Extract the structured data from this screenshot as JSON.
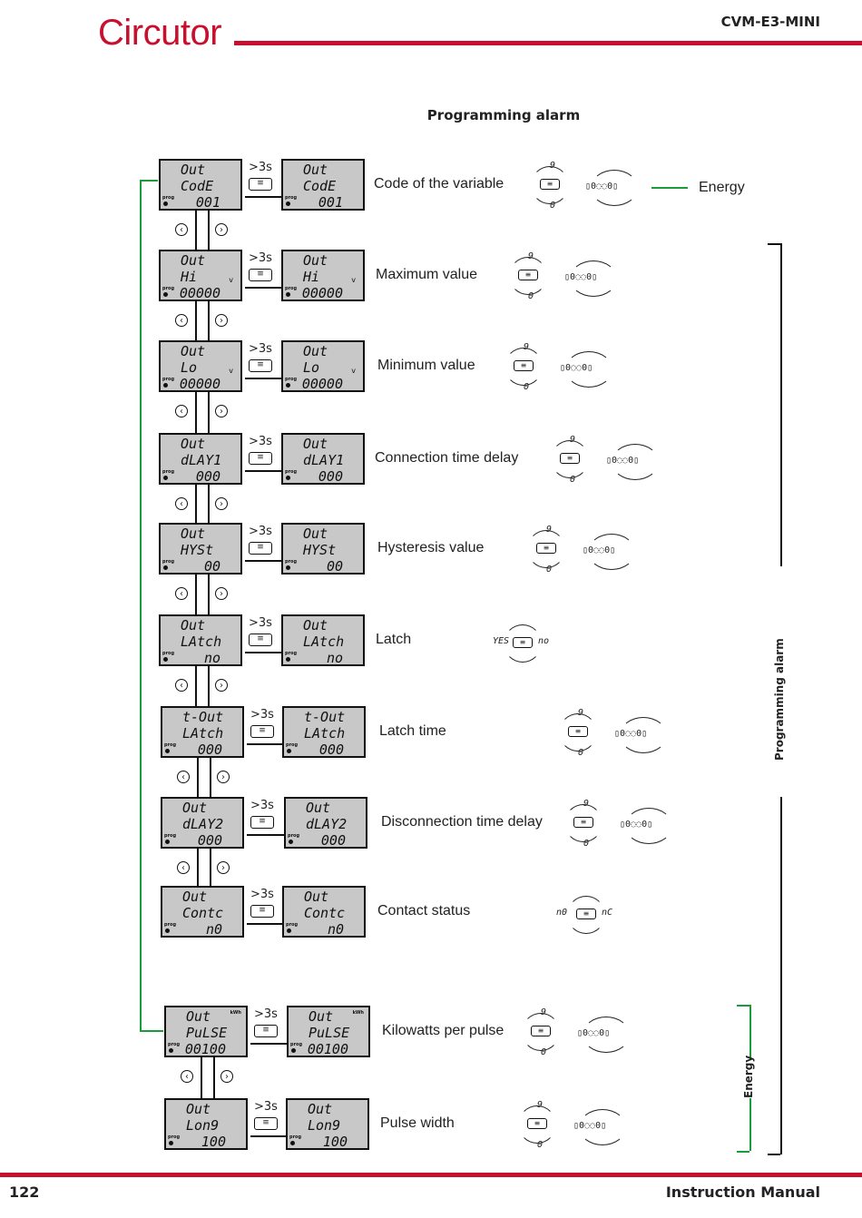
{
  "header": {
    "brand": "Circutor",
    "model": "CVM-E3-MINI"
  },
  "title": "Programming alarm",
  "key_hold": ">3s",
  "key_glyph": "≡",
  "nav": {
    "left": "‹",
    "right": "›"
  },
  "screens": [
    {
      "l1": "Out",
      "l2": "CodE",
      "l3": "001",
      "label": "Code of the variable"
    },
    {
      "l1": "Out",
      "l2": "Hi",
      "l3": "00000",
      "label": "Maximum value",
      "v": "v"
    },
    {
      "l1": "Out",
      "l2": "Lo",
      "l3": "00000",
      "label": "Minimum value",
      "v": "v"
    },
    {
      "l1": "Out",
      "l2": "dLAY1",
      "l3": "000",
      "label": "Connection time delay"
    },
    {
      "l1": "Out",
      "l2": "HYSt",
      "l3": "00",
      "label": "Hysteresis value"
    },
    {
      "l1": "Out",
      "l2": "LAtch",
      "l3": "no",
      "label": "Latch"
    },
    {
      "l1": "t-Out",
      "l2": "LAtch",
      "l3": "000",
      "label": "Latch time"
    },
    {
      "l1": "Out",
      "l2": "dLAY2",
      "l3": "000",
      "label": "Disconnection time delay"
    },
    {
      "l1": "Out",
      "l2": "Contc",
      "l3": "n0",
      "label": "Contact status"
    },
    {
      "l1": "Out",
      "l2": "PuLSE",
      "l3": "00100",
      "label": "Kilowatts per pulse",
      "unit": "kWh"
    },
    {
      "l1": "Out",
      "l2": "Lon9",
      "l3": "100",
      "label": "Pulse width"
    }
  ],
  "lcd_prog": "prog",
  "cycle": {
    "top": "9",
    "bottom": "0"
  },
  "digit_select": "▯0◌◌0▯",
  "latch_options": {
    "left": "YES",
    "right": "no"
  },
  "contact_options": {
    "left": "n0",
    "right": "nC"
  },
  "energy_link": "Energy",
  "side_labels": {
    "programming": "Programming alarm",
    "energy": "Energy"
  },
  "footer": {
    "page": "122",
    "manual": "Instruction Manual"
  },
  "colors": {
    "brand": "#c8102e",
    "arrow_green": "#1a9b3c"
  }
}
